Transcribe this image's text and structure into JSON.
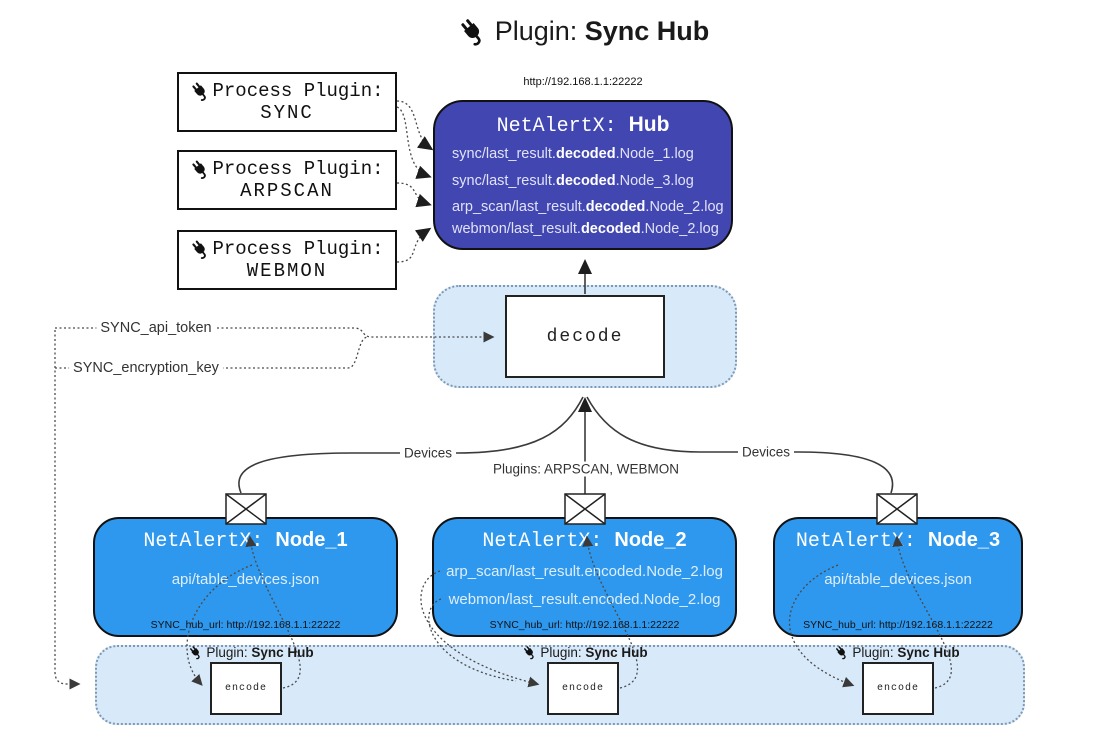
{
  "title": {
    "prefix": "Plugin: ",
    "bold": "Sync Hub"
  },
  "process_plugins": [
    {
      "line1": "Process Plugin:",
      "name": "SYNC"
    },
    {
      "line1": "Process Plugin:",
      "name": "ARPSCAN"
    },
    {
      "line1": "Process Plugin:",
      "name": "WEBMON"
    }
  ],
  "hub": {
    "url_above": "http://192.168.1.1:22222",
    "title_mono": "NetAlertX: ",
    "title_bold": "Hub",
    "rows": [
      {
        "prefix": "sync/last_result.",
        "bold": "decoded",
        "suffix": ".Node_1.log"
      },
      {
        "prefix": "sync/last_result.",
        "bold": "decoded",
        "suffix": ".Node_3.log"
      },
      {
        "prefix": "arp_scan/last_result.",
        "bold": "decoded",
        "suffix": ".Node_2.log"
      },
      {
        "prefix": "webmon/last_result.",
        "bold": "decoded",
        "suffix": ".Node_2.log"
      }
    ]
  },
  "decode_box": {
    "label": "decode"
  },
  "secrets": {
    "api_token": "SYNC_api_token",
    "encryption_key": "SYNC_encryption_key"
  },
  "edge_labels": {
    "devices_left": "Devices",
    "plugins_mid": "Plugins: ARPSCAN, WEBMON",
    "devices_right": "Devices"
  },
  "nodes": [
    {
      "title_mono": "NetAlertX: ",
      "title_bold": "Node_1",
      "lines": [
        "api/table_devices.json"
      ],
      "hub_url": "SYNC_hub_url: http://192.168.1.1:22222"
    },
    {
      "title_mono": "NetAlertX: ",
      "title_bold": "Node_2",
      "lines": [
        "arp_scan/last_result.encoded.Node_2.log",
        "webmon/last_result.encoded.Node_2.log"
      ],
      "hub_url": "SYNC_hub_url: http://192.168.1.1:22222"
    },
    {
      "title_mono": "NetAlertX: ",
      "title_bold": "Node_3",
      "lines": [
        "api/table_devices.json"
      ],
      "hub_url": "SYNC_hub_url: http://192.168.1.1:22222"
    }
  ],
  "encoders": [
    {
      "plugin_prefix": "Plugin: ",
      "plugin_bold": "Sync Hub",
      "box_label": "encode"
    },
    {
      "plugin_prefix": "Plugin: ",
      "plugin_bold": "Sync Hub",
      "box_label": "encode"
    },
    {
      "plugin_prefix": "Plugin: ",
      "plugin_bold": "Sync Hub",
      "box_label": "encode"
    }
  ],
  "colors": {
    "hub_fill": "#4146b0",
    "node_fill": "#2e97ee",
    "band_fill": "#d8e9f9",
    "band_border": "#7d99b5",
    "edge_stroke": "#3a3a3a"
  }
}
